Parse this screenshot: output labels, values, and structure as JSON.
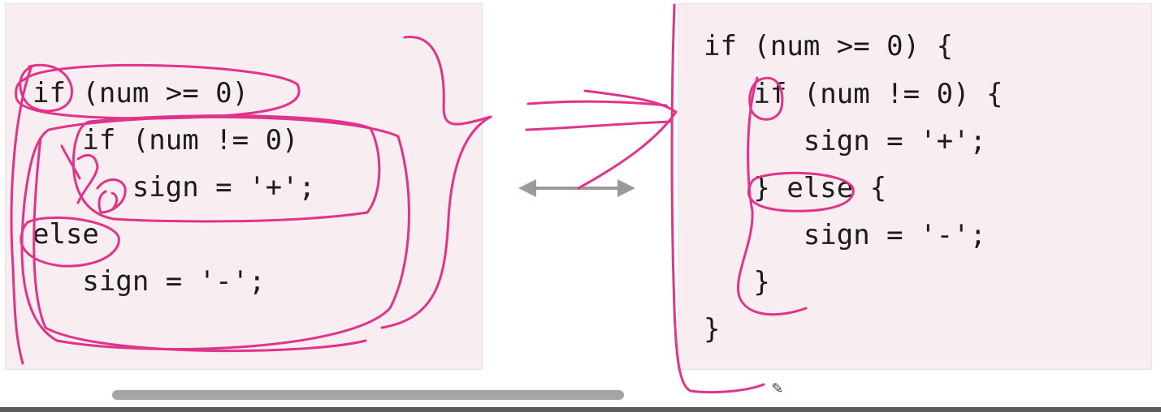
{
  "left_code": [
    "if (num >= 0)",
    "   if (num != 0)",
    "      sign = '+';",
    "else",
    "   sign = '-';"
  ],
  "right_code": [
    "if (num >= 0) {",
    "   if (num != 0) {",
    "      sign = '+';",
    "   } else {",
    "      sign = '-';",
    "   }",
    "}"
  ],
  "annotation_marks": [
    "1",
    "2"
  ],
  "colors": {
    "ink": "#e0348a",
    "panel_bg": "#f8edf1",
    "arrow": "#9a9a9a",
    "scrollbar": "#a4a4a4"
  },
  "icons": [
    "double-arrow-icon",
    "pencil-icon"
  ]
}
